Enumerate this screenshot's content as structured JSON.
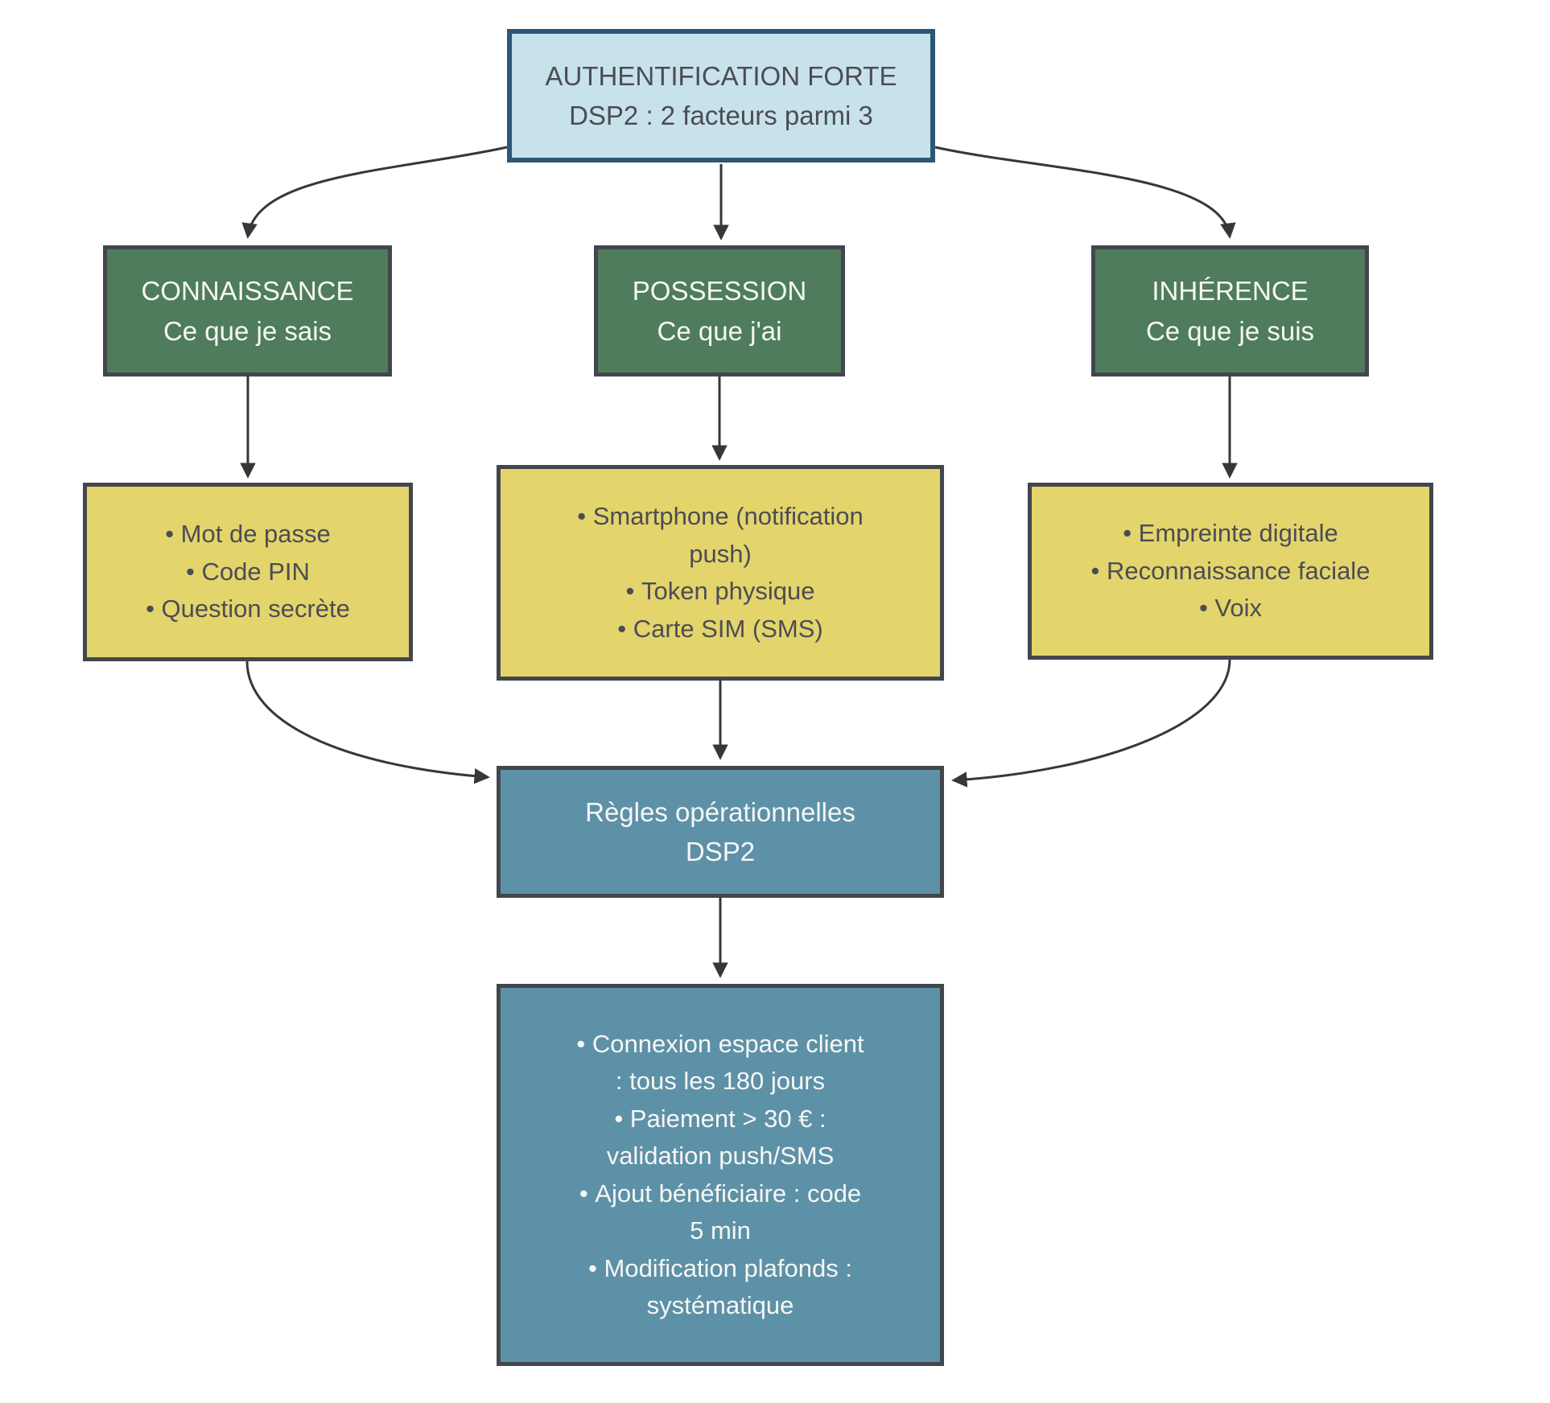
{
  "diagram": {
    "root": {
      "line1": "AUTHENTIFICATION FORTE",
      "line2": "DSP2 : 2 facteurs parmi 3"
    },
    "factors": [
      {
        "title": "CONNAISSANCE",
        "subtitle": "Ce que je sais",
        "items": [
          "Mot de passe",
          "Code PIN",
          "Question secrète"
        ]
      },
      {
        "title": "POSSESSION",
        "subtitle": "Ce que j'ai",
        "items": [
          "Smartphone (notification push)",
          "Token physique",
          "Carte SIM (SMS)"
        ]
      },
      {
        "title": "INHÉRENCE",
        "subtitle": "Ce que je suis",
        "items": [
          "Empreinte digitale",
          "Reconnaissance faciale",
          "Voix"
        ]
      }
    ],
    "rules": {
      "line1": "Règles opérationnelles",
      "line2": "DSP2"
    },
    "rules_details": {
      "items": [
        "Connexion espace client : tous les 180 jours",
        "Paiement > 30 € : validation push/SMS",
        "Ajout bénéficiaire : code 5 min",
        "Modification plafonds : systématique"
      ]
    },
    "colors": {
      "root_fill": "#c8e2ec",
      "root_border": "#2e5775",
      "factor_fill": "#4f7c5c",
      "list_fill": "#e4d46c",
      "rules_fill": "#5d91a7",
      "box_border": "#43464c",
      "arrow": "#35373b",
      "dark_text": "#4b4d54",
      "light_text": "#f7f7f5"
    }
  }
}
